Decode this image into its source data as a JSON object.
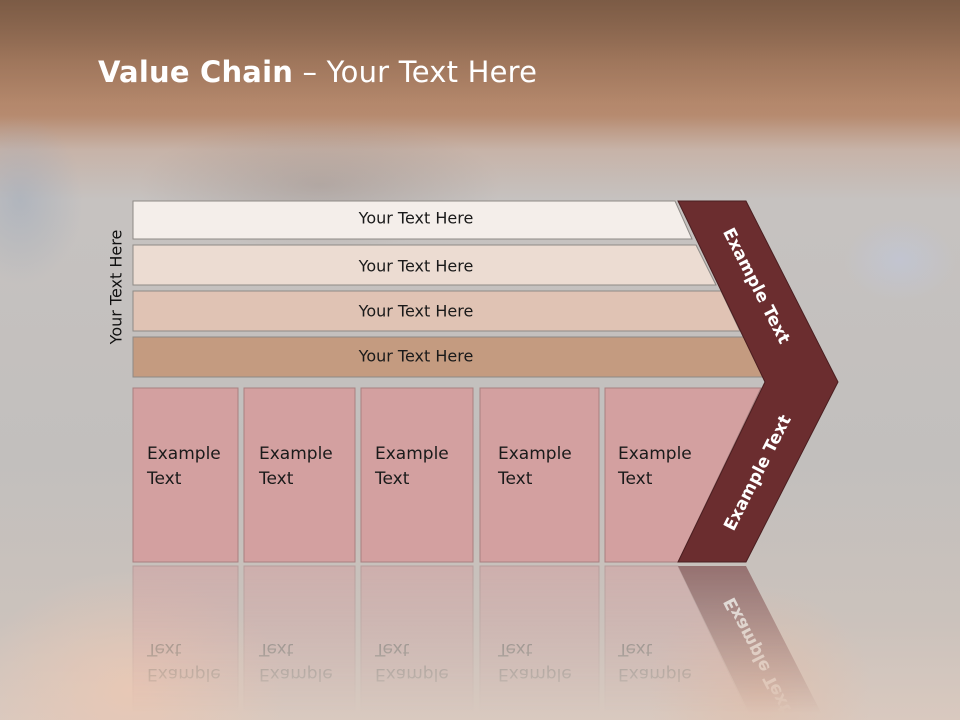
{
  "title": {
    "bold": "Value Chain",
    "rest": " – Your Text Here"
  },
  "side_label": "Your Text Here",
  "support_bars": [
    {
      "label": "Your Text Here",
      "color": "#f4eeea"
    },
    {
      "label": "Your Text Here",
      "color": "#ecdcd2"
    },
    {
      "label": "Your Text Here",
      "color": "#e0c3b4"
    },
    {
      "label": "Your Text Here",
      "color": "#c49b80"
    }
  ],
  "activities": [
    {
      "line1": "Example",
      "line2": "Text"
    },
    {
      "line1": "Example",
      "line2": "Text"
    },
    {
      "line1": "Example",
      "line2": "Text"
    },
    {
      "line1": "Example",
      "line2": "Text"
    },
    {
      "line1": "Example",
      "line2": "Text"
    }
  ],
  "chevron": {
    "upper_label": "Example Text",
    "lower_label": "Example Text",
    "color": "#6b2d2f"
  },
  "colors": {
    "activity_fill": "#d3a0a0",
    "activity_stroke": "#a88080",
    "bar_stroke": "#8e8a86"
  }
}
